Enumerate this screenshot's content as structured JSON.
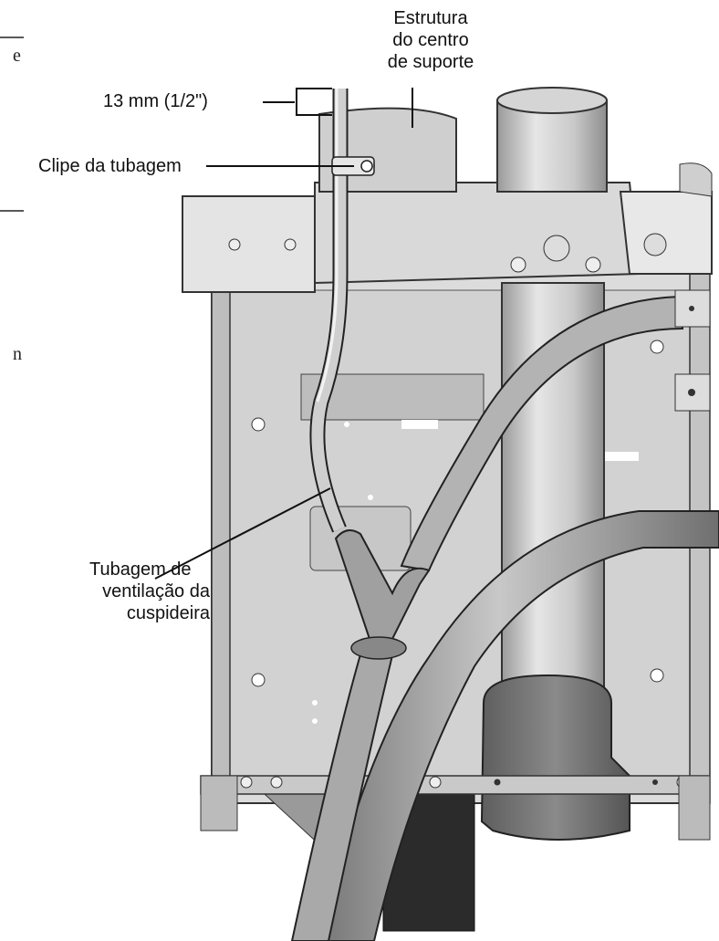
{
  "labels": {
    "estrutura": [
      "Estrutura",
      "do centro",
      "de suporte"
    ],
    "tubing_size": "13 mm (1/2\")",
    "clip": "Clipe da tubagem",
    "vent": [
      "Tubagem de",
      "ventilação da",
      "cuspideira"
    ]
  },
  "left_margin_fragments": [
    "e",
    "n"
  ]
}
